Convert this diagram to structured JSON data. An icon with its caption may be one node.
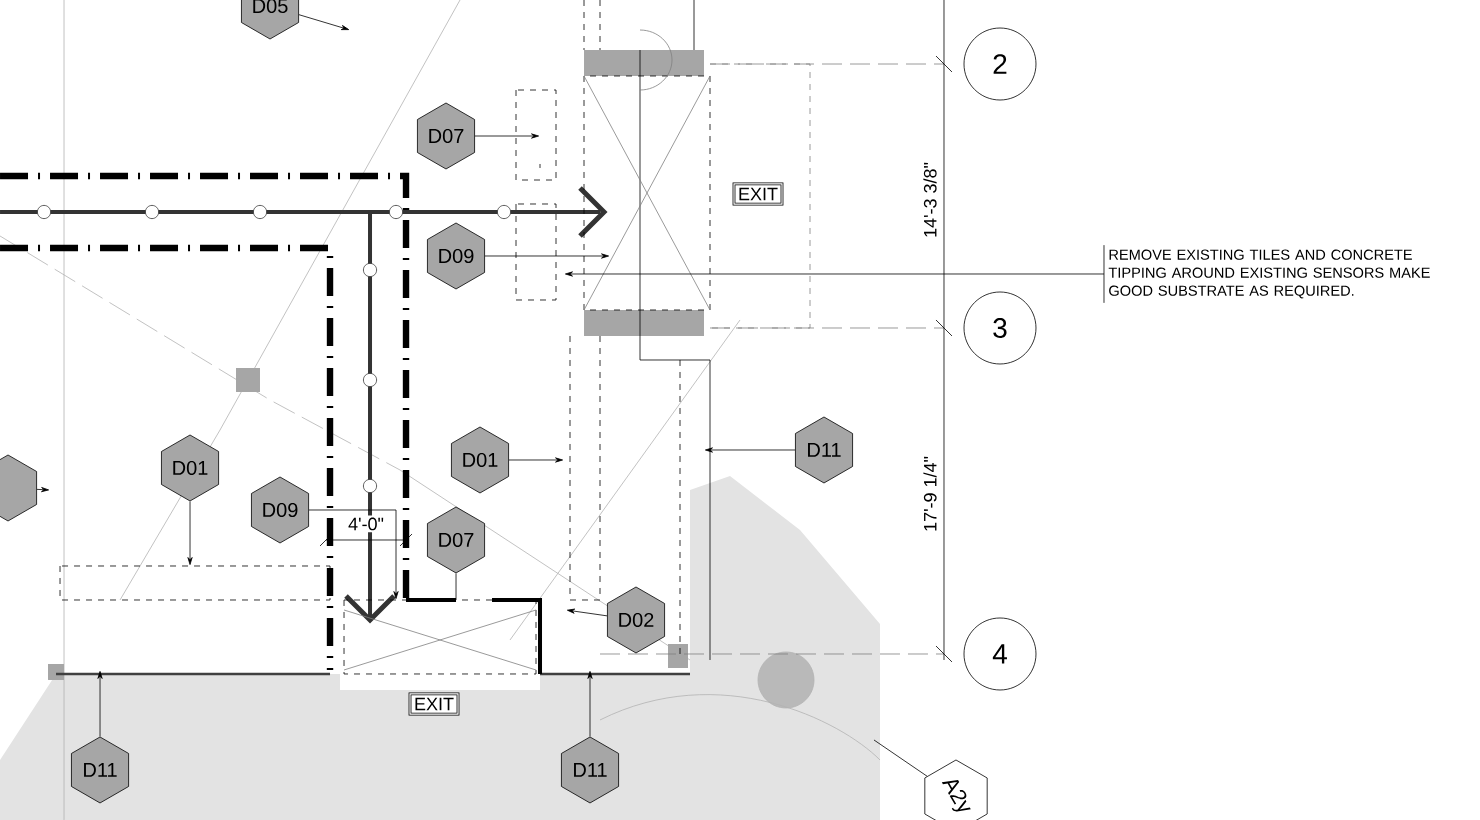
{
  "diagram": {
    "nodes": [
      {
        "text": [
          "D05"
        ]
      },
      {
        "text": [
          "2"
        ]
      },
      {
        "text": [
          "D07"
        ]
      },
      {
        "text": [
          "EXIT"
        ]
      },
      {
        "text": [
          "D09"
        ]
      },
      {
        "text": [
          "REMOVE EXISTING TILES AND CONCRETE TIPPING AROUND EXISTING SENSORS MAKE GOOD SUBSTRATE AS REQUIRED."
        ]
      },
      {
        "text": [
          "3"
        ]
      },
      {
        "text": [
          "D11"
        ]
      },
      {
        "text": [
          "D01"
        ]
      },
      {
        "text": [
          "D01"
        ]
      },
      {
        "text": [],
        "shape": "hexagon"
      },
      {
        "text": [
          "D09"
        ]
      },
      {
        "text": [
          "D07"
        ]
      },
      {
        "text": [
          "D02"
        ]
      },
      {
        "text": [
          "4"
        ]
      },
      {
        "text": [
          "EXIT"
        ]
      },
      {
        "text": [
          "D11"
        ]
      },
      {
        "text": [
          "D11"
        ]
      },
      {
        "text": [
          "A2y"
        ]
      }
    ],
    "edges": [
      {
        "from": 0,
        "to": null,
        "arrow": "to"
      },
      {
        "from": 2,
        "to": null,
        "arrow": "to"
      },
      {
        "from": 4,
        "to": null,
        "arrow": "to"
      },
      {
        "from": 5,
        "to": null,
        "arrow": "to"
      },
      {
        "from": 7,
        "to": null,
        "arrow": "to"
      },
      {
        "from": 8,
        "to": null,
        "arrow": "to"
      },
      {
        "from": 9,
        "to": null,
        "arrow": "to"
      },
      {
        "from": 10,
        "to": null,
        "arrow": "to"
      },
      {
        "from": 11,
        "to": null,
        "arrow": "to"
      },
      {
        "from": 12,
        "to": null,
        "arrow": "none"
      },
      {
        "from": 13,
        "to": null,
        "arrow": "to"
      },
      {
        "from": 16,
        "to": null,
        "arrow": "to"
      },
      {
        "from": 17,
        "to": null,
        "arrow": "to"
      },
      {
        "from": 18,
        "to": null,
        "arrow": "none"
      }
    ],
    "labels": [
      "14'-3 3/8\"",
      "17'-9 1/4\"",
      "4'-0\""
    ]
  }
}
